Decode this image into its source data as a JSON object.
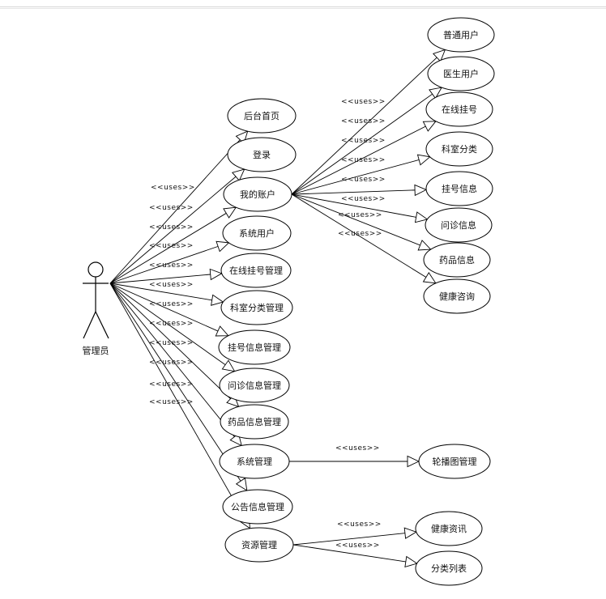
{
  "actor": {
    "name": "管理员"
  },
  "uses_label": "<<uses>>",
  "use_cases": {
    "admin": [
      "后台首页",
      "登录",
      "我的账户",
      "系统用户",
      "在线挂号管理",
      "科室分类管理",
      "挂号信息管理",
      "问诊信息管理",
      "药品信息管理",
      "系统管理",
      "公告信息管理",
      "资源管理"
    ],
    "account": [
      "普通用户",
      "医生用户",
      "在线挂号",
      "科室分类",
      "挂号信息",
      "问诊信息",
      "药品信息",
      "健康咨询"
    ],
    "system": [
      "轮播图管理"
    ],
    "resource": [
      "健康资讯",
      "分类列表"
    ]
  }
}
